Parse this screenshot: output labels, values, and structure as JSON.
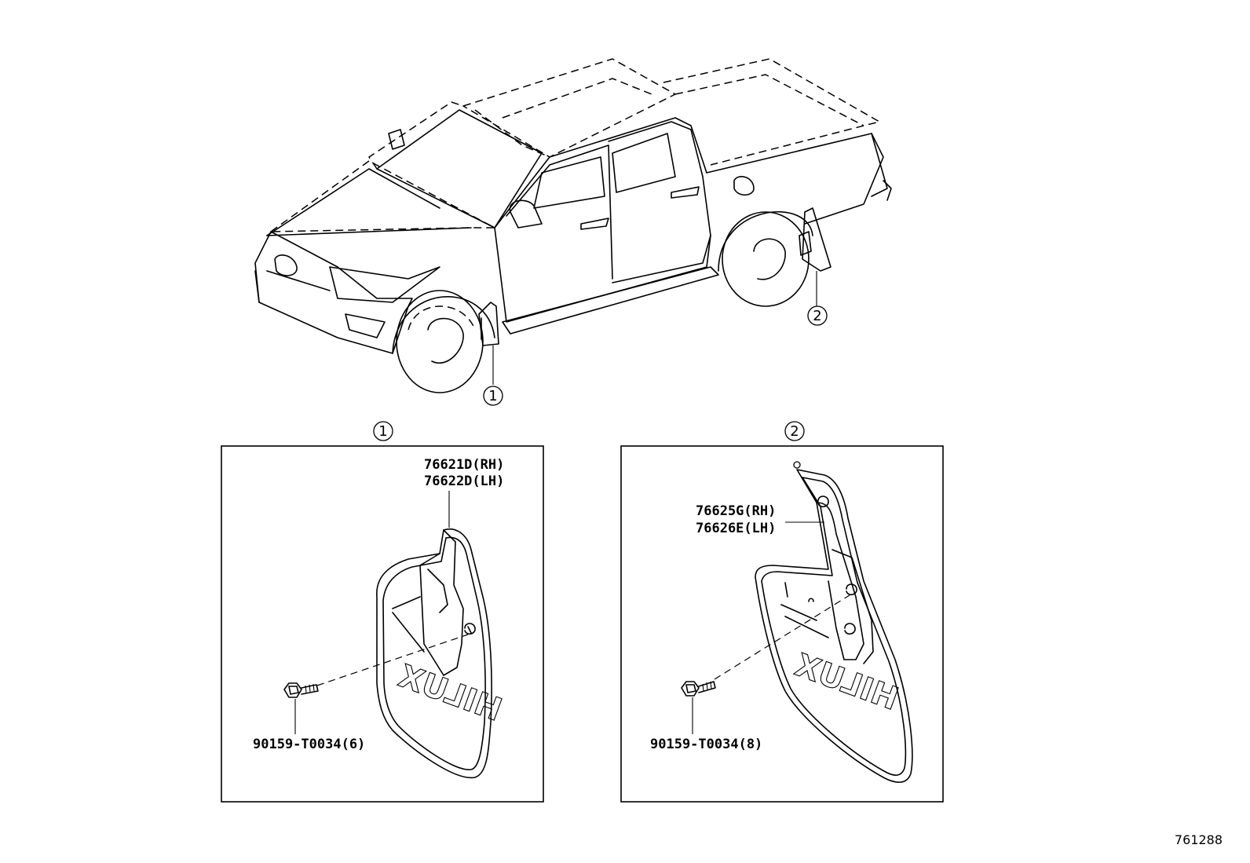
{
  "figure_id": "761288",
  "callouts": {
    "front": "1",
    "rear": "2"
  },
  "panel_front": {
    "callout": "1",
    "part_rh": "76621D(RH)",
    "part_lh": "76622D(LH)",
    "screw": "90159-T0034(6)",
    "emblem": "HILUX"
  },
  "panel_rear": {
    "callout": "2",
    "part_rh": "76625G(RH)",
    "part_lh": "76626E(LH)",
    "screw": "90159-T0034(8)",
    "emblem": "HILUX"
  },
  "colors": {
    "line": "#000000",
    "background": "#ffffff"
  }
}
